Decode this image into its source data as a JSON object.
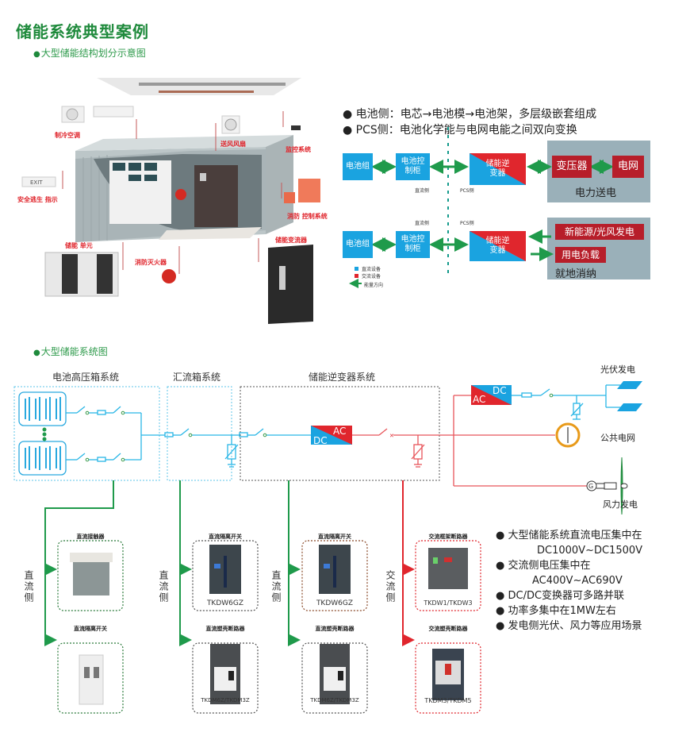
{
  "page_title": "储能系统典型案例",
  "section1": {
    "subtitle": "大型储能结构划分示意图",
    "container_labels": {
      "cooling_ac": "制冷空调",
      "fan": "送风风扇",
      "monitoring": "监控系统",
      "exit_sign_text": "EXIT",
      "safety_exit": "安全逃生 指示",
      "fire_control": "消防 控制系统",
      "storage_unit": "储能 单元",
      "fire_extinguisher": "消防灭火器",
      "pcs": "储能变流器"
    },
    "bullets": [
      "电池侧：电芯→电池模→电池架，多层级嵌套组成",
      "PCS侧：电池化学能与电网电能之间双向变换"
    ],
    "flow_top": {
      "battery_pack": "电池组",
      "battery_cabinet": "电池控制柜",
      "inverter": "储能逆变器",
      "transformer": "变压器",
      "grid": "电网",
      "panel_label": "电力送电",
      "dc_side": "直流侧",
      "pcs_side": "PCS侧"
    },
    "flow_bottom": {
      "battery_pack": "电池组",
      "battery_cabinet": "电池控制柜",
      "inverter": "储能逆变器",
      "renewable": "新能源/光风发电",
      "load": "用电负载",
      "panel_label": "就地消纳",
      "dc_side": "直流侧",
      "pcs_side": "PCS侧"
    },
    "legend": [
      {
        "label": "直流设备",
        "color": "#1aa3e0"
      },
      {
        "label": "交流设备",
        "color": "#e0262d"
      },
      {
        "label": "能量方向",
        "color": "#1f9a4b"
      }
    ]
  },
  "section2": {
    "subtitle": "大型储能系统图",
    "group_titles": {
      "battery_hv_box": "电池高压箱系统",
      "combiner_box": "汇流箱系统",
      "pcs_system": "储能逆变器系统"
    },
    "converter_main": {
      "dc": "DC",
      "ac": "AC"
    },
    "converter_pv": {
      "dc": "DC",
      "ac": "AC"
    },
    "sources": {
      "pv": "光伏发电",
      "public_grid": "公共电网",
      "wind": "风力发电",
      "generator": "G"
    },
    "side_labels": {
      "dc1": "直流侧",
      "dc2": "直流侧",
      "dc3": "直流侧",
      "ac": "交流侧"
    },
    "devices": [
      {
        "title": "直流接触器",
        "model": ""
      },
      {
        "title": "直流隔离开关",
        "model": ""
      },
      {
        "title": "直流隔离开关",
        "model": "TKDW6GZ"
      },
      {
        "title": "直流塑壳断路器",
        "model": "TKDM6Z/TKDM3Z"
      },
      {
        "title": "直流隔离开关",
        "model": "TKDW6GZ"
      },
      {
        "title": "直流塑壳断路器",
        "model": "TKDM6Z/TKDM3Z"
      },
      {
        "title": "交流框架断路器",
        "model": "TKDW1/TKDW3"
      },
      {
        "title": "交流塑壳断路器",
        "model": "TKDM3/TKDM5"
      }
    ],
    "bullets": [
      {
        "text": "大型储能系统直流电压集中在",
        "cont": "DC1000V~DC1500V"
      },
      {
        "text": "交流侧电压集中在",
        "cont": "AC400V~AC690V"
      },
      {
        "text": "DC/DC变换器可多路并联",
        "cont": ""
      },
      {
        "text": "功率多集中在1MW左右",
        "cont": ""
      },
      {
        "text": "发电侧光伏、风力等应用场景",
        "cont": ""
      }
    ]
  },
  "colors": {
    "brand_green": "#1f8a3c",
    "dc_blue": "#1aa3e0",
    "ac_red": "#e0262d",
    "panel_gray": "#9ab0b9",
    "arrow_green": "#1f9a4b"
  }
}
